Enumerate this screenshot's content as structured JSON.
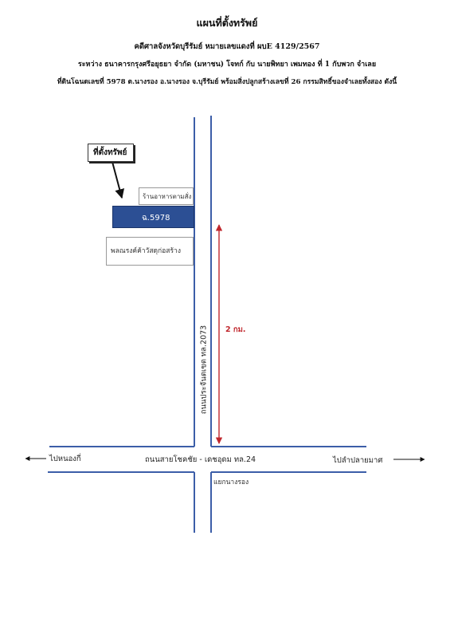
{
  "header": {
    "title": "แผนที่ตั้งทรัพย์",
    "case": "คดีศาลจังหวัดบุรีรัมย์  หมายเลขแดงที่ ผบE 4129/2567",
    "parties": "ระหว่าง ธนาคารกรุงศรีอยุธยา จำกัด (มหาชน) โจทก์     กับ นายพิทยา เพมทอง ที่ 1 กับพวก จำเลย",
    "property": "ที่ดินโฉนดเลขที่ 5978 ต.นางรอง อ.นางรอง จ.บุรีรัมย์ พร้อมสิ่งปลูกสร้างเลขที่ 26 กรรมสิทธิ์ของจำเลยทั้งสอง ดังนี้"
  },
  "map": {
    "property_location_label": "ที่ตั้งทรัพย์",
    "restaurant_label": "ร้านอาหารตามสั่ง",
    "plot_label": "ฉ.5978",
    "construction_label": "พลณรงค์ค้าวัสดุก่อสร้าง",
    "distance_label": "2 กม.",
    "vertical_road_label": "ถนนประจันตเขต ทล.2073",
    "horizontal_road_label": "ถนนสายโชคชัย - เดชอุดม ทล.24",
    "left_direction_label": "ไปหนองกี่",
    "right_direction_label": "ไปลำปลายมาศ",
    "junction_label": "แยกนางรอง"
  },
  "colors": {
    "road": "#3c5ea8",
    "plot_fill": "#2c4f94",
    "distance": "#c0272d",
    "arrow": "#111111"
  }
}
